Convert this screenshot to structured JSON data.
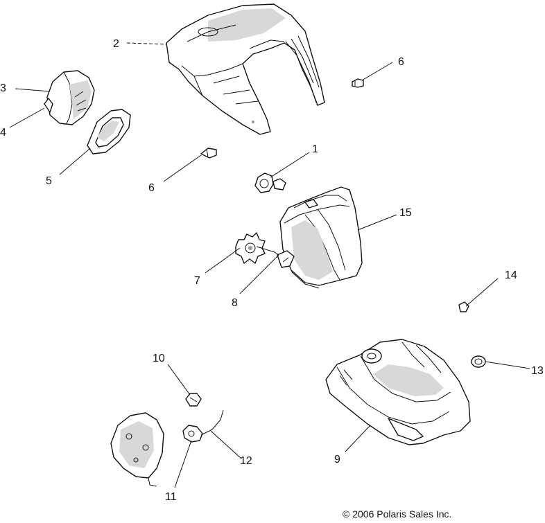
{
  "callouts": {
    "c1": "1",
    "c2": "2",
    "c3": "3",
    "c4": "4",
    "c5": "5",
    "c6a": "6",
    "c6b": "6",
    "c7": "7",
    "c8": "8",
    "c9": "9",
    "c10": "10",
    "c11": "11",
    "c12": "12",
    "c13": "13",
    "c14": "14",
    "c15": "15"
  },
  "copyright": "© 2006 Polaris Sales Inc."
}
